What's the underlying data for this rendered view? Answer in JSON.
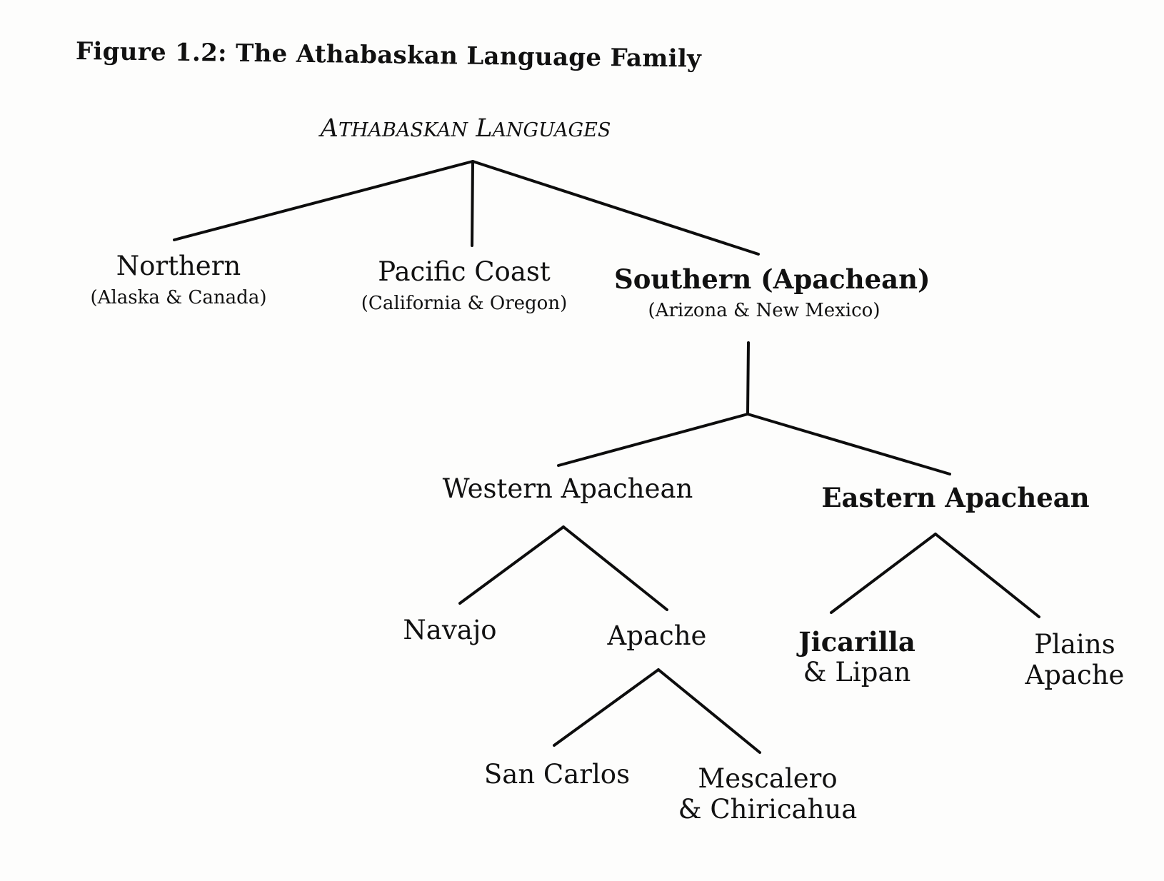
{
  "figure": {
    "title": "Figure 1.2: The Athabaskan Language Family"
  },
  "tree": {
    "root": {
      "initial1": "A",
      "rest1": "THABASKAN",
      "initial2": "L",
      "rest2": "ANGUAGES"
    },
    "northern": {
      "name": "Northern",
      "region": "(Alaska & Canada)"
    },
    "pacific": {
      "name": "Pacific Coast",
      "region": "(California & Oregon)"
    },
    "southern": {
      "name": "Southern (Apachean)",
      "region": "(Arizona & New Mexico)"
    },
    "western": {
      "name": "Western Apachean"
    },
    "eastern": {
      "name": "Eastern Apachean"
    },
    "navajo": {
      "name": "Navajo"
    },
    "apache": {
      "name": "Apache"
    },
    "jicarilla": {
      "name": "Jicarilla",
      "line2": "& Lipan"
    },
    "plains": {
      "name": "Plains",
      "line2": "Apache"
    },
    "sancarlos": {
      "name": "San Carlos"
    },
    "mescalero": {
      "name": "Mescalero",
      "line2": "& Chiricahua"
    }
  }
}
